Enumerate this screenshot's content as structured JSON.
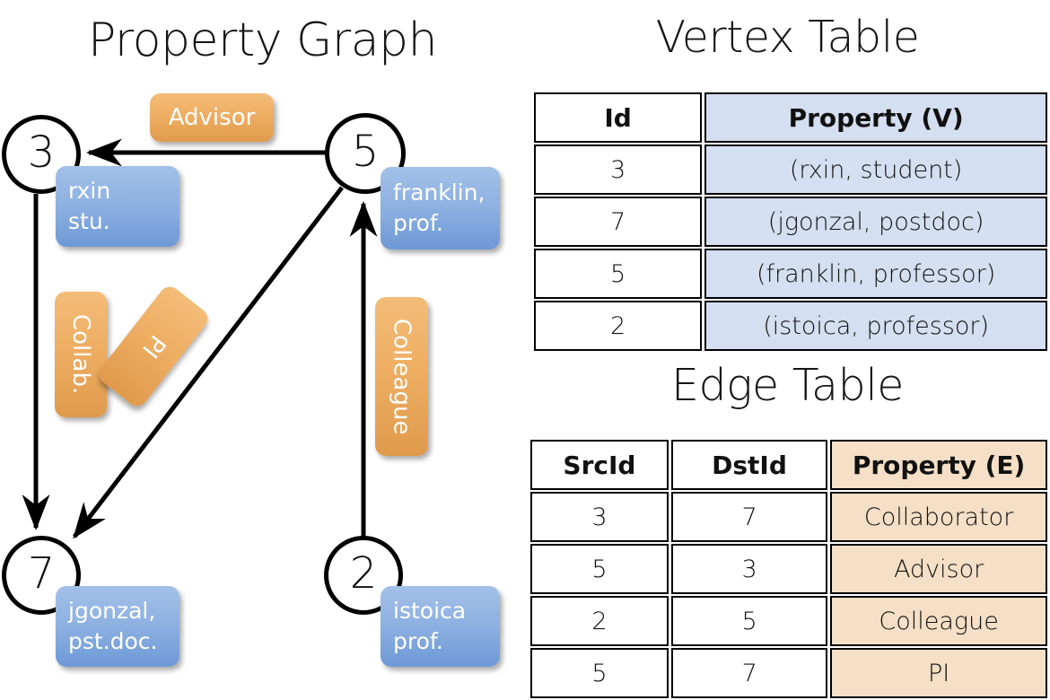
{
  "titles": {
    "property_graph": "Property Graph",
    "vertex_table": "Vertex Table",
    "edge_table": "Edge Table"
  },
  "colors": {
    "vertex_property_fill": "#d4dff1",
    "edge_property_fill": "#f5dfc6",
    "node_callout_blue": "#8fb2e2",
    "edge_callout_orange": "#eeae63",
    "stroke": "#000000",
    "background": "#ffffff"
  },
  "graph": {
    "nodes": [
      {
        "id": "3",
        "callout_line1": "rxin",
        "callout_line2": "stu."
      },
      {
        "id": "5",
        "callout_line1": "franklin,",
        "callout_line2": "prof."
      },
      {
        "id": "7",
        "callout_line1": "jgonzal,",
        "callout_line2": "pst.doc."
      },
      {
        "id": "2",
        "callout_line1": "istoica",
        "callout_line2": "prof."
      }
    ],
    "edge_labels": [
      {
        "name": "advisor",
        "text": "Advisor",
        "orientation": "horizontal"
      },
      {
        "name": "collab",
        "text": "Collab.",
        "orientation": "vertical"
      },
      {
        "name": "pi",
        "text": "PI",
        "orientation": "rotated"
      },
      {
        "name": "colleague",
        "text": "Colleague",
        "orientation": "vertical"
      }
    ],
    "edges": [
      {
        "from": "5",
        "to": "3",
        "label": "Advisor"
      },
      {
        "from": "3",
        "to": "7",
        "label": "Collab."
      },
      {
        "from": "5",
        "to": "7",
        "label": "PI"
      },
      {
        "from": "2",
        "to": "5",
        "label": "Colleague"
      }
    ]
  },
  "vertex_table": {
    "headers": [
      "Id",
      "Property (V)"
    ],
    "rows": [
      {
        "id": "3",
        "property": "(rxin, student)"
      },
      {
        "id": "7",
        "property": "(jgonzal, postdoc)"
      },
      {
        "id": "5",
        "property": "(franklin, professor)"
      },
      {
        "id": "2",
        "property": "(istoica, professor)"
      }
    ]
  },
  "edge_table": {
    "headers": [
      "SrcId",
      "DstId",
      "Property (E)"
    ],
    "rows": [
      {
        "src": "3",
        "dst": "7",
        "property": "Collaborator"
      },
      {
        "src": "5",
        "dst": "3",
        "property": "Advisor"
      },
      {
        "src": "2",
        "dst": "5",
        "property": "Colleague"
      },
      {
        "src": "5",
        "dst": "7",
        "property": "PI"
      }
    ]
  }
}
